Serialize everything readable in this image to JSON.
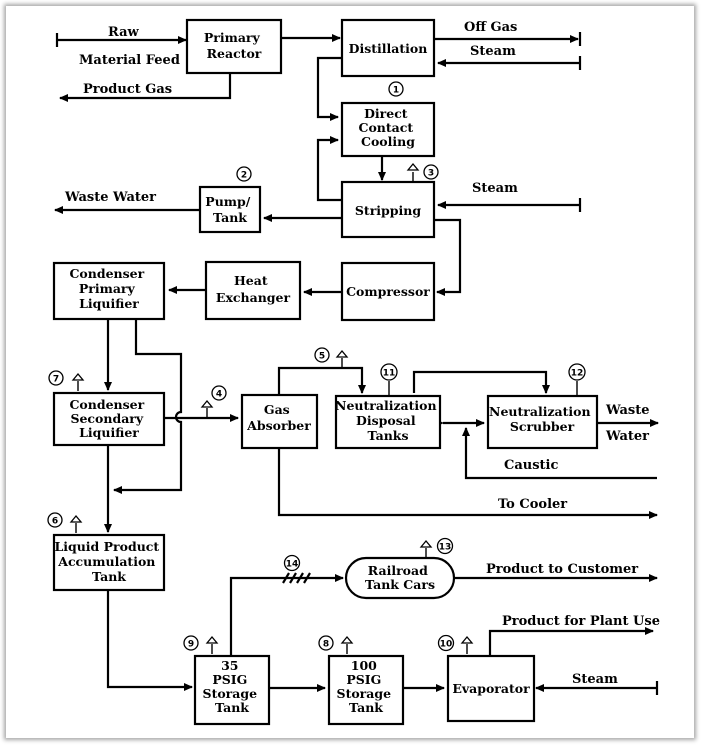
{
  "boxes": {
    "primary_reactor": [
      "Primary",
      "Reactor"
    ],
    "distillation": [
      "Distillation"
    ],
    "direct_contact_cooling": [
      "Direct",
      "Contact",
      "Cooling"
    ],
    "stripping": [
      "Stripping"
    ],
    "pump_tank": [
      "Pump/",
      "Tank"
    ],
    "compressor": [
      "Compressor"
    ],
    "heat_exchanger": [
      "Heat",
      "Exchanger"
    ],
    "condenser_primary": [
      "Condenser",
      "Primary",
      "Liquifier"
    ],
    "condenser_secondary": [
      "Condenser",
      "Secondary",
      "Liquifier"
    ],
    "gas_absorber": [
      "Gas",
      "Absorber"
    ],
    "neutralization_disposal": [
      "Neutralization",
      "Disposal",
      "Tanks"
    ],
    "neutralization_scrubber": [
      "Neutralization",
      "Scrubber"
    ],
    "liquid_product": [
      "Liquid Product",
      "Accumulation",
      "Tank"
    ],
    "railroad": [
      "Railroad",
      "Tank Cars"
    ],
    "storage_35": [
      "35",
      "PSIG",
      "Storage",
      "Tank"
    ],
    "storage_100": [
      "100",
      "PSIG",
      "Storage",
      "Tank"
    ],
    "evaporator": [
      "Evaporator"
    ]
  },
  "streams": {
    "raw": "Raw",
    "material_feed": "Material Feed",
    "product_gas": "Product Gas",
    "off_gas": "Off Gas",
    "steam_distillation": "Steam",
    "steam_stripping": "Steam",
    "waste_water_left": "Waste Water",
    "waste": "Waste",
    "water": "Water",
    "caustic": "Caustic",
    "to_cooler": "To Cooler",
    "product_to_customer": "Product to Customer",
    "product_plant_use": "Product for Plant Use",
    "steam_evaporator": "Steam"
  },
  "markers": [
    "1",
    "2",
    "3",
    "4",
    "5",
    "6",
    "7",
    "8",
    "9",
    "10",
    "11",
    "12",
    "13",
    "14"
  ]
}
